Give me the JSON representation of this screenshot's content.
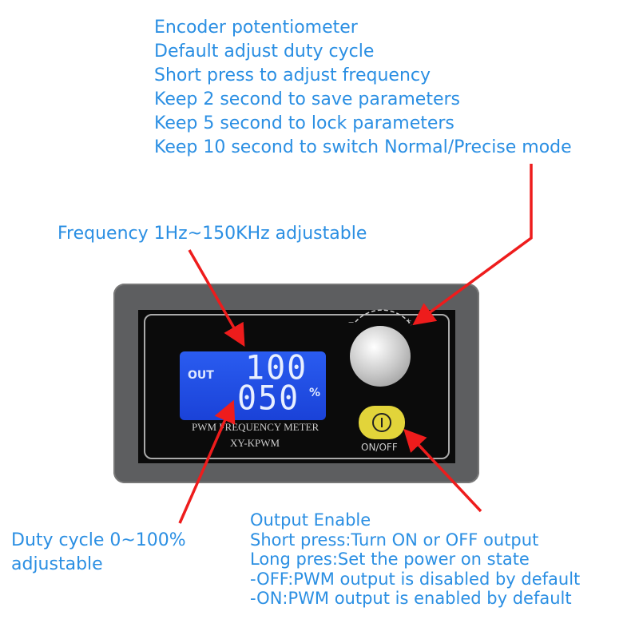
{
  "encoder_notes": [
    "Encoder potentiometer",
    "Default adjust duty cycle",
    "Short press to adjust frequency",
    "Keep 2 second to save parameters",
    "Keep 5 second to lock parameters",
    "Keep 10 second to switch Normal/Precise mode"
  ],
  "frequency_note": "Frequency 1Hz~150KHz adjustable",
  "duty_note": [
    "Duty cycle 0~100%",
    "adjustable"
  ],
  "output_notes": [
    "Output Enable",
    "Short press:Turn ON or OFF output",
    "Long pres:Set the power on state",
    "-OFF:PWM output is disabled by default",
    "-ON:PWM output is enabled by default"
  ],
  "device": {
    "lcd_out": "OUT",
    "lcd_top": "100",
    "lcd_bottom": "050",
    "lcd_unit": "%",
    "label1": "PWM FREQUENCY METER",
    "label2": "XY-KPWM",
    "button_label": "ON/OFF",
    "knob_minus": "−",
    "knob_plus": "+"
  },
  "colors": {
    "annotation_text": "#2b8fe3",
    "arrow": "#ee1c1c",
    "lcd": "#2a5cf0",
    "button": "#e2d43a"
  }
}
